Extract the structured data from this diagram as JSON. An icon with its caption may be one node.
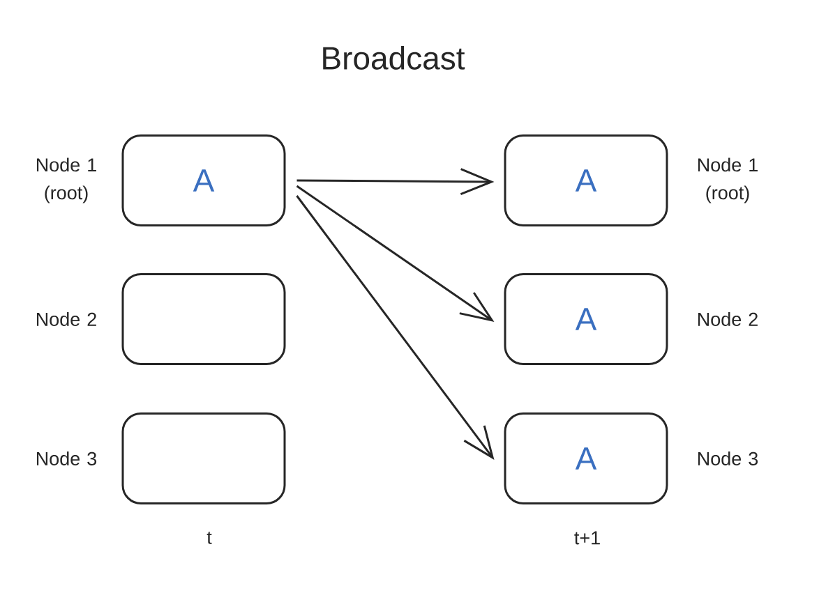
{
  "diagram": {
    "title": "Broadcast",
    "nodes": [
      {
        "text": [
          "A"
        ],
        "beside": [
          "Node 1 (root)"
        ]
      },
      {
        "text": [],
        "shape": "box",
        "beside": [
          "Node 2"
        ]
      },
      {
        "text": [],
        "shape": "box",
        "beside": [
          "Node 3"
        ]
      },
      {
        "text": [
          "A"
        ],
        "beside": [
          "Node 1 (root)"
        ]
      },
      {
        "text": [
          "A"
        ],
        "beside": [
          "Node 2"
        ]
      },
      {
        "text": [
          "A"
        ],
        "beside": [
          "Node 3"
        ]
      }
    ],
    "edges": [
      {
        "from": 0,
        "to": 3,
        "arrow": "to"
      },
      {
        "from": 0,
        "to": 4,
        "arrow": "to"
      },
      {
        "from": 0,
        "to": 5,
        "arrow": "to"
      }
    ],
    "labels": [
      "t",
      "t+1"
    ]
  }
}
